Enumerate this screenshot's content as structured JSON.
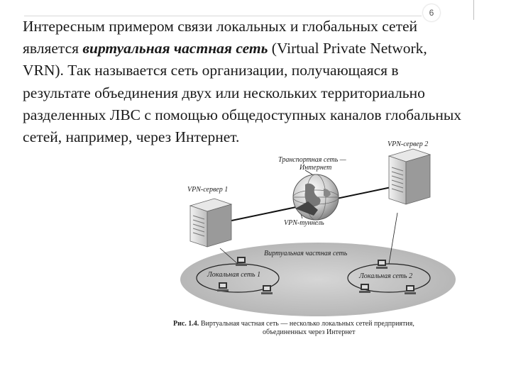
{
  "page_number": "6",
  "paragraph": {
    "before": "Интересным примером связи локальных и глобальных сетей является ",
    "emphasis": "виртуальная частная сеть",
    "after": " (Virtual Private Network, VRN). Так называется сеть организации, получающаяся в результате объединения двух или нескольких территориально разделенных ЛВС с помощью общедоступных каналов глобальных сетей, например, через Интернет."
  },
  "figure": {
    "server1_label": "VPN-сервер 1",
    "server2_label": "VPN-сервер 2",
    "transport_label_line1": "Транспортная сеть —",
    "transport_label_line2": "Интернет",
    "tunnel_label": "VPN-туннель",
    "vpn_label": "Виртуальная частная сеть",
    "lan1_label": "Локальная сеть 1",
    "lan2_label": "Локальная сеть 2",
    "caption_number": "Рис. 1.4.",
    "caption_line1": "Виртуальная частная сеть — несколько локальных сетей предприятия,",
    "caption_line2": "объединенных через Интернет"
  }
}
